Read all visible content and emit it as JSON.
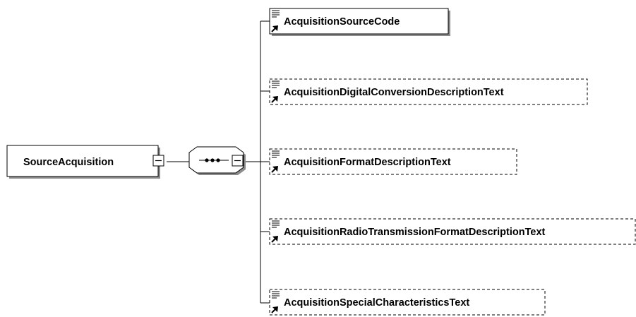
{
  "root": {
    "name": "SourceAcquisition"
  },
  "compositor": {
    "kind": "sequence",
    "icon": "sequence-icon"
  },
  "children": [
    {
      "name": "AcquisitionSourceCode",
      "optional": false
    },
    {
      "name": "AcquisitionDigitalConversionDescriptionText",
      "optional": true
    },
    {
      "name": "AcquisitionFormatDescriptionText",
      "optional": true
    },
    {
      "name": "AcquisitionRadioTransmissionFormatDescriptionText",
      "optional": true
    },
    {
      "name": "AcquisitionSpecialCharacteristicsText",
      "optional": true
    }
  ],
  "colors": {
    "line": "#000000",
    "box_shadow": "#8c8c8c",
    "background": "#ffffff"
  }
}
